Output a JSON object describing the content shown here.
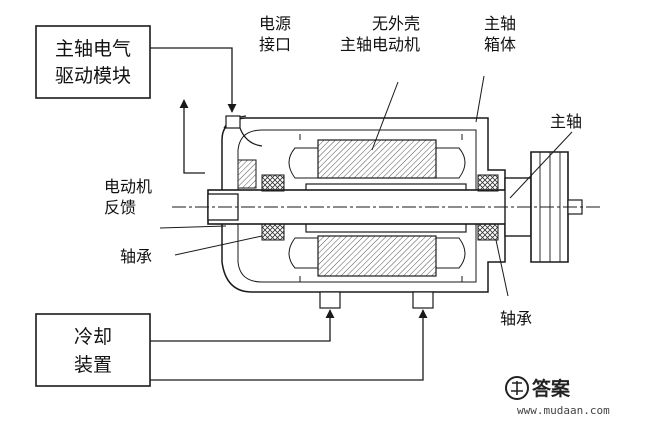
{
  "boxes": {
    "drive_module": [
      "主轴电气",
      "驱动模块"
    ],
    "cooling_device": [
      "冷却",
      "装置"
    ]
  },
  "labels": {
    "power_interface": [
      "电源",
      "接口"
    ],
    "shellless_motor": [
      "无外壳",
      "主轴电动机"
    ],
    "spindle_box": [
      "主轴",
      "箱体"
    ],
    "spindle": "主轴",
    "motor_feedback": [
      "电动机",
      "反馈"
    ],
    "bearing_left": "轴承",
    "bearing_right": "轴承"
  },
  "watermark": {
    "text": "答案",
    "url": "www.mudaan.com"
  },
  "colors": {
    "line": "#1a1a1a",
    "background": "#ffffff",
    "hatch": "#555555"
  }
}
